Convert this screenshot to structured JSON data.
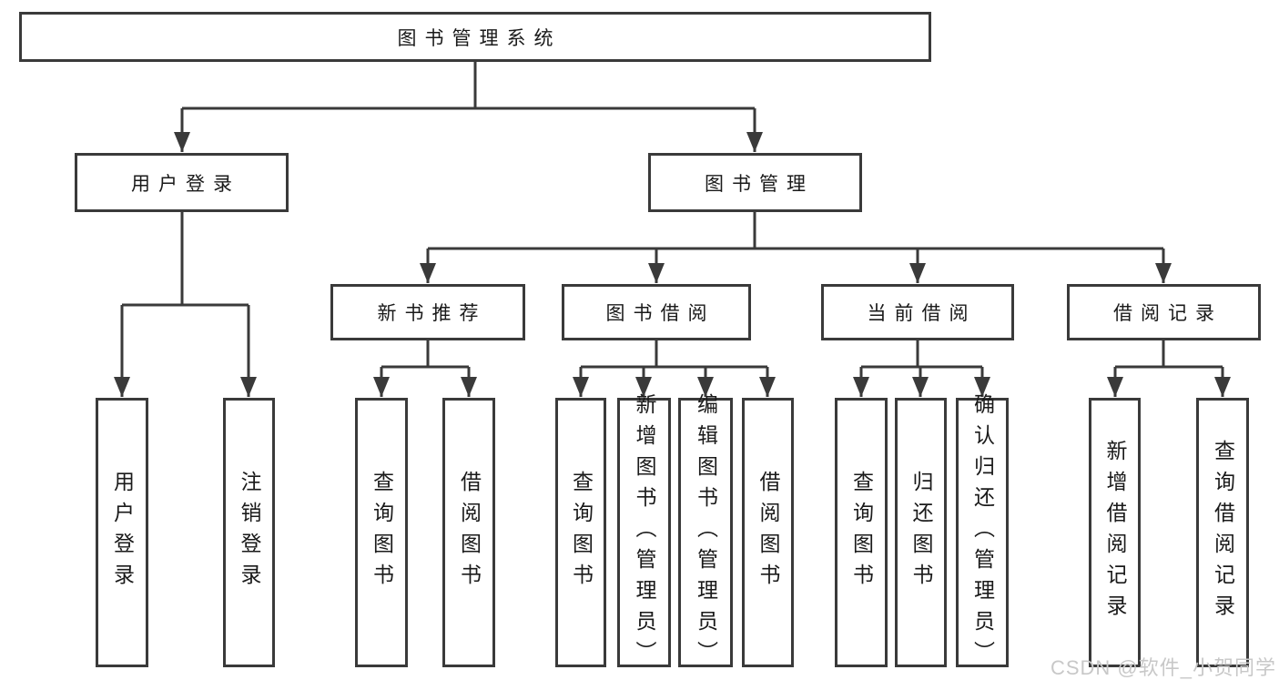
{
  "diagram": {
    "root": "图书管理系统",
    "branches": [
      {
        "label": "用户登录",
        "children": [
          "用户登录",
          "注销登录"
        ]
      },
      {
        "label": "图书管理",
        "children": [
          {
            "label": "新书推荐",
            "children": [
              "查询图书",
              "借阅图书"
            ]
          },
          {
            "label": "图书借阅",
            "children": [
              "查询图书",
              "新增图书（管理员）",
              "编辑图书（管理员）",
              "借阅图书"
            ]
          },
          {
            "label": "当前借阅",
            "children": [
              "查询图书",
              "归还图书",
              "确认归还（管理员）"
            ]
          },
          {
            "label": "借阅记录",
            "children": [
              "新增借阅记录",
              "查询借阅记录"
            ]
          }
        ]
      }
    ]
  },
  "watermark": {
    "text": "CSDN @软件_小贺同学"
  },
  "colors": {
    "line": "#3a3a3a",
    "box_border": "#3a3a3a",
    "text": "#1a1a1a",
    "background": "#ffffff",
    "watermark": "#c8c8c8"
  }
}
